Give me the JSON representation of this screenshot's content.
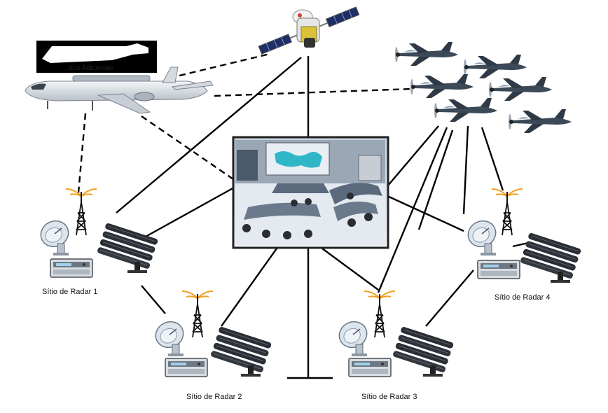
{
  "banner": {
    "text": "...dos Adicionais"
  },
  "sites": [
    {
      "label": "Sítio de Radar 1"
    },
    {
      "label": "Sítio de Radar 2"
    },
    {
      "label": "Sítio de Radar 3"
    },
    {
      "label": "Sítio de Radar 4"
    }
  ],
  "icons": {
    "satellite": "satellite-icon",
    "awacs": "awacs-aircraft-icon",
    "fighters": "fighter-aircraft-icon",
    "control_center": "control-center-icon",
    "radar_dish": "radar-dish-icon",
    "radio_tower": "radio-tower-icon",
    "antenna_array": "antenna-array-icon",
    "equipment": "equipment-rack-icon"
  },
  "colors": {
    "line": "#000000",
    "signal": "#f0a020",
    "aircraft": "#3c4a58",
    "awacs": "#dfe3e8",
    "screen": "#2fb7c8"
  }
}
